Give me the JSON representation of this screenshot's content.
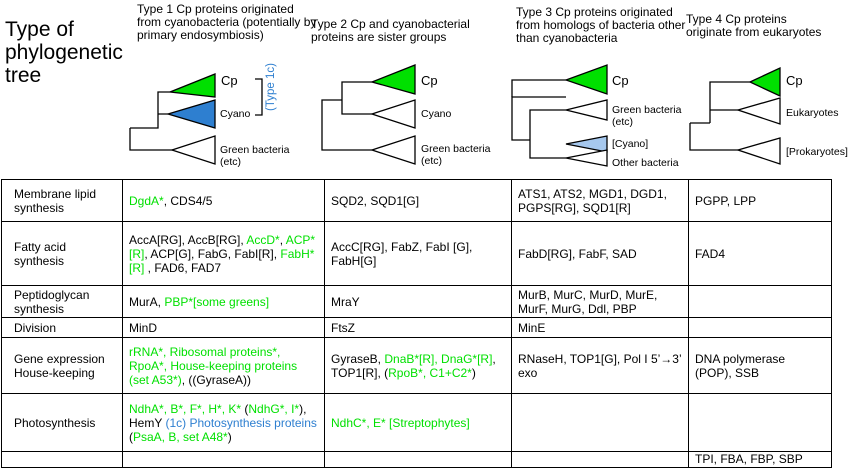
{
  "title": "Type of phylogenetic tree",
  "headers": [
    "Type 1 Cp proteins originated from cyanobacteria (potentially by primary endosymbiosis)",
    "Type 2 Cp and cyanobacterial proteins are sister groups",
    "Type 3 Cp proteins originated from homologs of bacteria other than cyanobacteria",
    "Type 4 Cp proteins originate from eukaryotes"
  ],
  "trees": {
    "t1": {
      "cp": "Cp",
      "cyano": "Cyano",
      "green": "Green bacteria (etc)",
      "bracket": "(Type 1c)"
    },
    "t2": {
      "cp": "Cp",
      "cyano": "Cyano",
      "green": "Green bacteria (etc)"
    },
    "t3": {
      "cp": "Cp",
      "green": "Green bacteria (etc)",
      "cyano": "[Cyano]",
      "other": "Other bacteria"
    },
    "t4": {
      "cp": "Cp",
      "euk": "Eukaryotes",
      "prok": "[Prokaryotes]"
    }
  },
  "colors": {
    "green": "#00e000",
    "blue": "#2e7fd0",
    "light_blue": "#a6c8ee"
  },
  "rows": [
    {
      "category": "Membrane lipid synthesis",
      "t1": [
        {
          "t": "DgdA*",
          "c": "g"
        },
        {
          "t": ", CDS4/5",
          "c": "k"
        }
      ],
      "t2": [
        {
          "t": "SQD2, SQD1[G]",
          "c": "k"
        }
      ],
      "t3": [
        {
          "t": "ATS1, ATS2, MGD1, DGD1, PGPS[RG], SQD1[R]",
          "c": "k"
        }
      ],
      "t4": [
        {
          "t": "PGPP, LPP",
          "c": "k"
        }
      ]
    },
    {
      "category": "Fatty acid synthesis",
      "t1": [
        {
          "t": "AccA[RG], AccB[RG], ",
          "c": "k"
        },
        {
          "t": "AccD*",
          "c": "g"
        },
        {
          "t": ", ",
          "c": "k"
        },
        {
          "t": "ACP* [R]",
          "c": "g"
        },
        {
          "t": ", ACP[G], FabG, FabI[R], ",
          "c": "k"
        },
        {
          "t": "FabH*[R]",
          "c": "g"
        },
        {
          "t": " , FAD6, FAD7",
          "c": "k"
        }
      ],
      "t2": [
        {
          "t": "AccC[RG], FabZ, FabI [G], FabH[G]",
          "c": "k"
        }
      ],
      "t3": [
        {
          "t": "FabD[RG], FabF, SAD",
          "c": "k"
        }
      ],
      "t4": [
        {
          "t": "FAD4",
          "c": "k"
        }
      ]
    },
    {
      "category": "Peptidoglycan synthesis",
      "t1": [
        {
          "t": "MurA, ",
          "c": "k"
        },
        {
          "t": "PBP*[some greens]",
          "c": "g"
        }
      ],
      "t2": [
        {
          "t": "MraY",
          "c": "k"
        }
      ],
      "t3": [
        {
          "t": "MurB, MurC, MurD, MurE, MurF, MurG, Ddl, PBP",
          "c": "k"
        }
      ],
      "t4": []
    },
    {
      "category": "Division",
      "t1": [
        {
          "t": "MinD",
          "c": "k"
        }
      ],
      "t2": [
        {
          "t": "FtsZ",
          "c": "k"
        }
      ],
      "t3": [
        {
          "t": "MinE",
          "c": "k"
        }
      ],
      "t4": []
    },
    {
      "category": "Gene expression House-keeping",
      "t1": [
        {
          "t": "rRNA*, Ribosomal proteins*, RpoA*, House-keeping proteins (set A53*)",
          "c": "g"
        },
        {
          "t": ",  ((GyraseA))",
          "c": "k"
        }
      ],
      "t2": [
        {
          "t": "GyraseB, ",
          "c": "k"
        },
        {
          "t": "DnaB*[R], DnaG*[R]",
          "c": "g"
        },
        {
          "t": ", TOP1[R], (",
          "c": "k"
        },
        {
          "t": "RpoB*, C1+C2*",
          "c": "g"
        },
        {
          "t": ")",
          "c": "k"
        }
      ],
      "t3": [
        {
          "t": "RNaseH, TOP1[G], Pol I 5’→3’ exo",
          "c": "k"
        }
      ],
      "t4": [
        {
          "t": "DNA polymerase (POP), SSB",
          "c": "k"
        }
      ]
    },
    {
      "category": "Photosynthesis",
      "t1": [
        {
          "t": "NdhA*, B*, F*, H*, K*",
          "c": "g"
        },
        {
          "t": " (",
          "c": "k"
        },
        {
          "t": "NdhG*, I*",
          "c": "g"
        },
        {
          "t": "), HemY ",
          "c": "k"
        },
        {
          "t": "(1c) Photosynthesis proteins",
          "c": "b"
        },
        {
          "t": " (",
          "c": "k"
        },
        {
          "t": "PsaA, B, set A48*",
          "c": "g"
        },
        {
          "t": ")",
          "c": "k"
        }
      ],
      "t2": [
        {
          "t": "NdhC*, E* [Streptophytes]",
          "c": "g"
        }
      ],
      "t3": [],
      "t4": []
    },
    {
      "category": "",
      "t1": [],
      "t2": [],
      "t3": [],
      "t4": [
        {
          "t": "TPI, FBA, FBP, SBP",
          "c": "k"
        }
      ]
    }
  ]
}
